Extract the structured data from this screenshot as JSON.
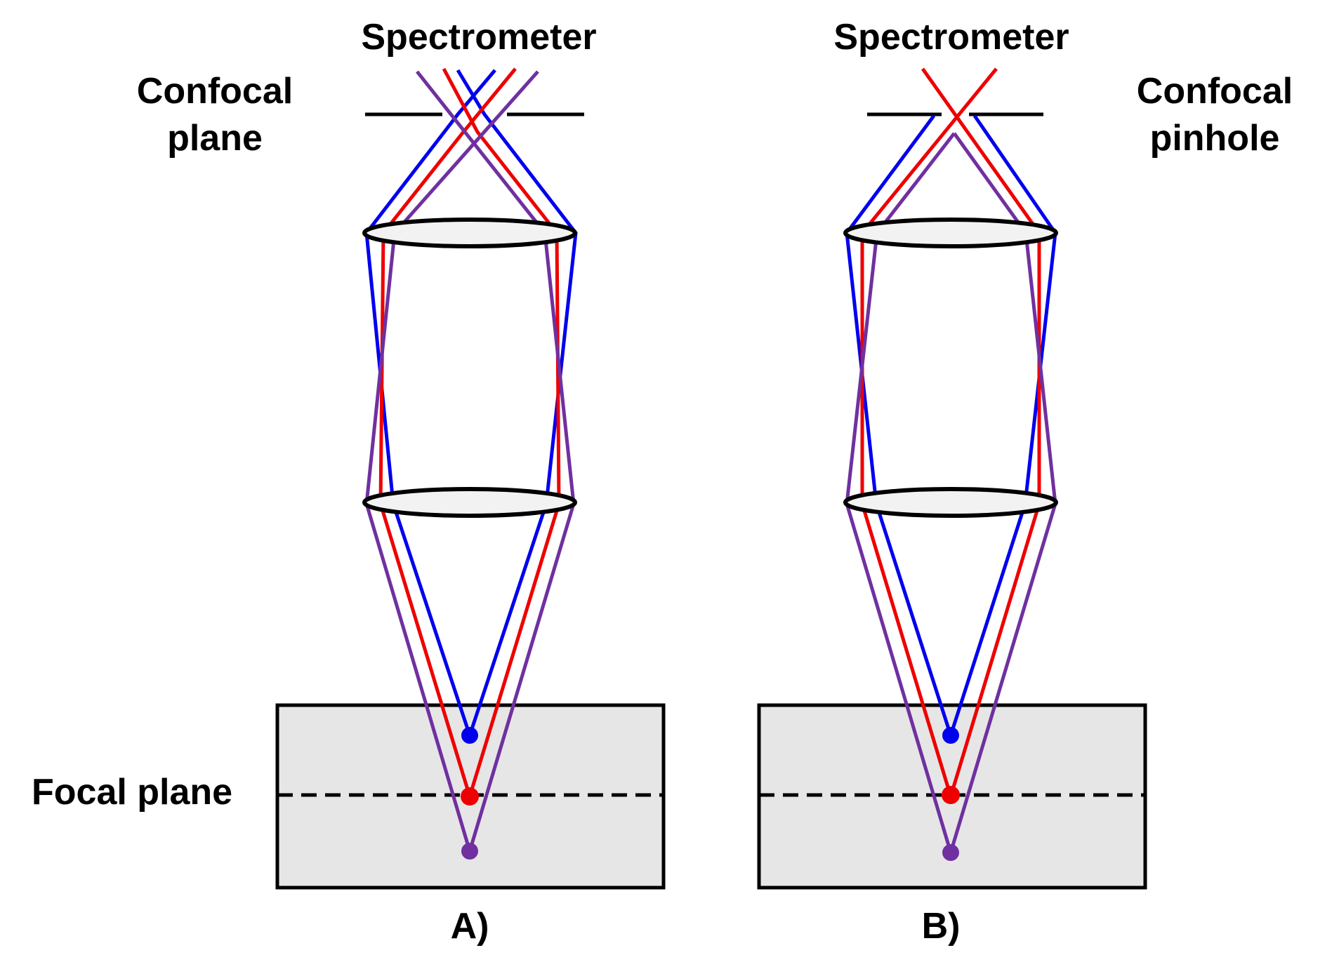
{
  "labels": {
    "spectrometer_a": "Spectrometer",
    "spectrometer_b": "Spectrometer",
    "confocal_plane_line1": "Confocal",
    "confocal_plane_line2": "plane",
    "confocal_pinhole_line1": "Confocal",
    "confocal_pinhole_line2": "pinhole",
    "focal_plane": "Focal plane",
    "panel_a": "A)",
    "panel_b": "B)"
  },
  "colors": {
    "blue": "#0000ee",
    "red": "#ee0000",
    "purple": "#7030a0",
    "sample_fill": "#e6e6e6",
    "lens_fill": "#f2f2f2",
    "outline": "#000000"
  }
}
